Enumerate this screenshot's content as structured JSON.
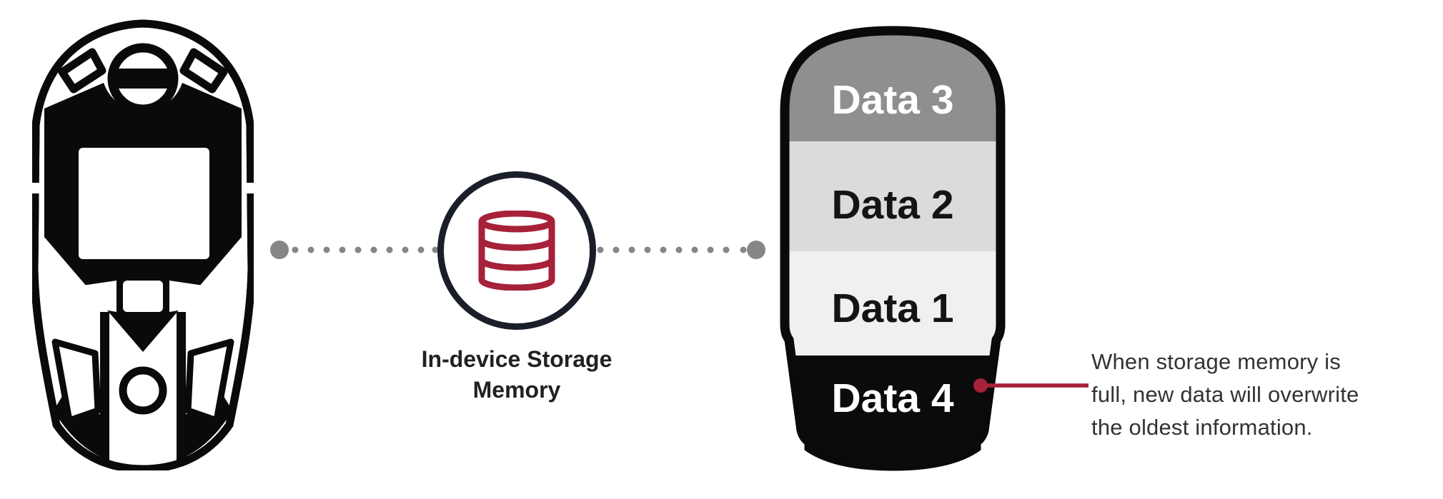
{
  "icons": {
    "device": "gas-detector-device-icon",
    "database": "database-icon",
    "memory_stick": "storage-memory-stick-icon",
    "connectors": "dotted-connector-line"
  },
  "colors": {
    "accent_red": "#A62139",
    "circle_outline_navy": "#1A1E29",
    "connector_dot_gray": "#868686",
    "device_black": "#0A0A0A"
  },
  "storage_label": {
    "lines": [
      "In-device Storage",
      "Memory"
    ]
  },
  "memory_stack": {
    "segments": [
      {
        "label": "Data 3",
        "bg": "#8F8F8F",
        "text": "#FFFFFF"
      },
      {
        "label": "Data 2",
        "bg": "#DBDBDB",
        "text": "#141414"
      },
      {
        "label": "Data 1",
        "bg": "#F0F0F0",
        "text": "#141414"
      },
      {
        "label": "Data 4",
        "bg": "#0B0B0B",
        "text": "#FFFFFF"
      }
    ]
  },
  "annotation": {
    "lines": [
      "When storage memory is",
      "full, new data will overwrite",
      "the oldest information."
    ]
  }
}
